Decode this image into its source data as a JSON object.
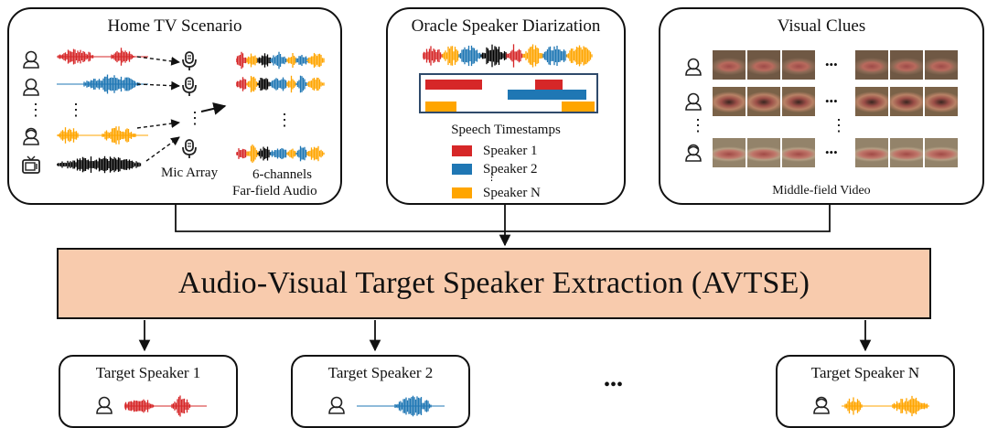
{
  "panels": {
    "home_tv": {
      "title": "Home TV Scenario",
      "mic_label": "Mic Array",
      "output_label_1": "6-channels",
      "output_label_2": "Far-field Audio"
    },
    "diarization": {
      "title": "Oracle Speaker Diarization",
      "timestamps_label": "Speech Timestamps",
      "legend": [
        {
          "label": "Speaker 1",
          "color": "#d62728"
        },
        {
          "label": "Speaker 2",
          "color": "#1f77b4"
        },
        {
          "label": "Speaker N",
          "color": "#ffa500"
        }
      ],
      "legend_dots": "⋮"
    },
    "visual": {
      "title": "Visual Clues",
      "video_label": "Middle-field Video"
    }
  },
  "main": {
    "title": "Audio-Visual Target Speaker Extraction (AVTSE)"
  },
  "outputs": [
    {
      "title": "Target Speaker 1",
      "color": "#d62728",
      "icon": "person-icon"
    },
    {
      "title": "Target Speaker 2",
      "color": "#1f77b4",
      "icon": "person-icon"
    },
    {
      "title": "Target Speaker N",
      "color": "#ffa500",
      "icon": "person-alt-icon"
    }
  ],
  "outputs_ellipsis": "•••",
  "ellipsis": "⋮",
  "h_ellipsis": "•••",
  "colors": {
    "red": "#d62728",
    "blue": "#1f77b4",
    "orange": "#ffa500",
    "black": "#000000",
    "box_fill": "#f8cbad"
  }
}
